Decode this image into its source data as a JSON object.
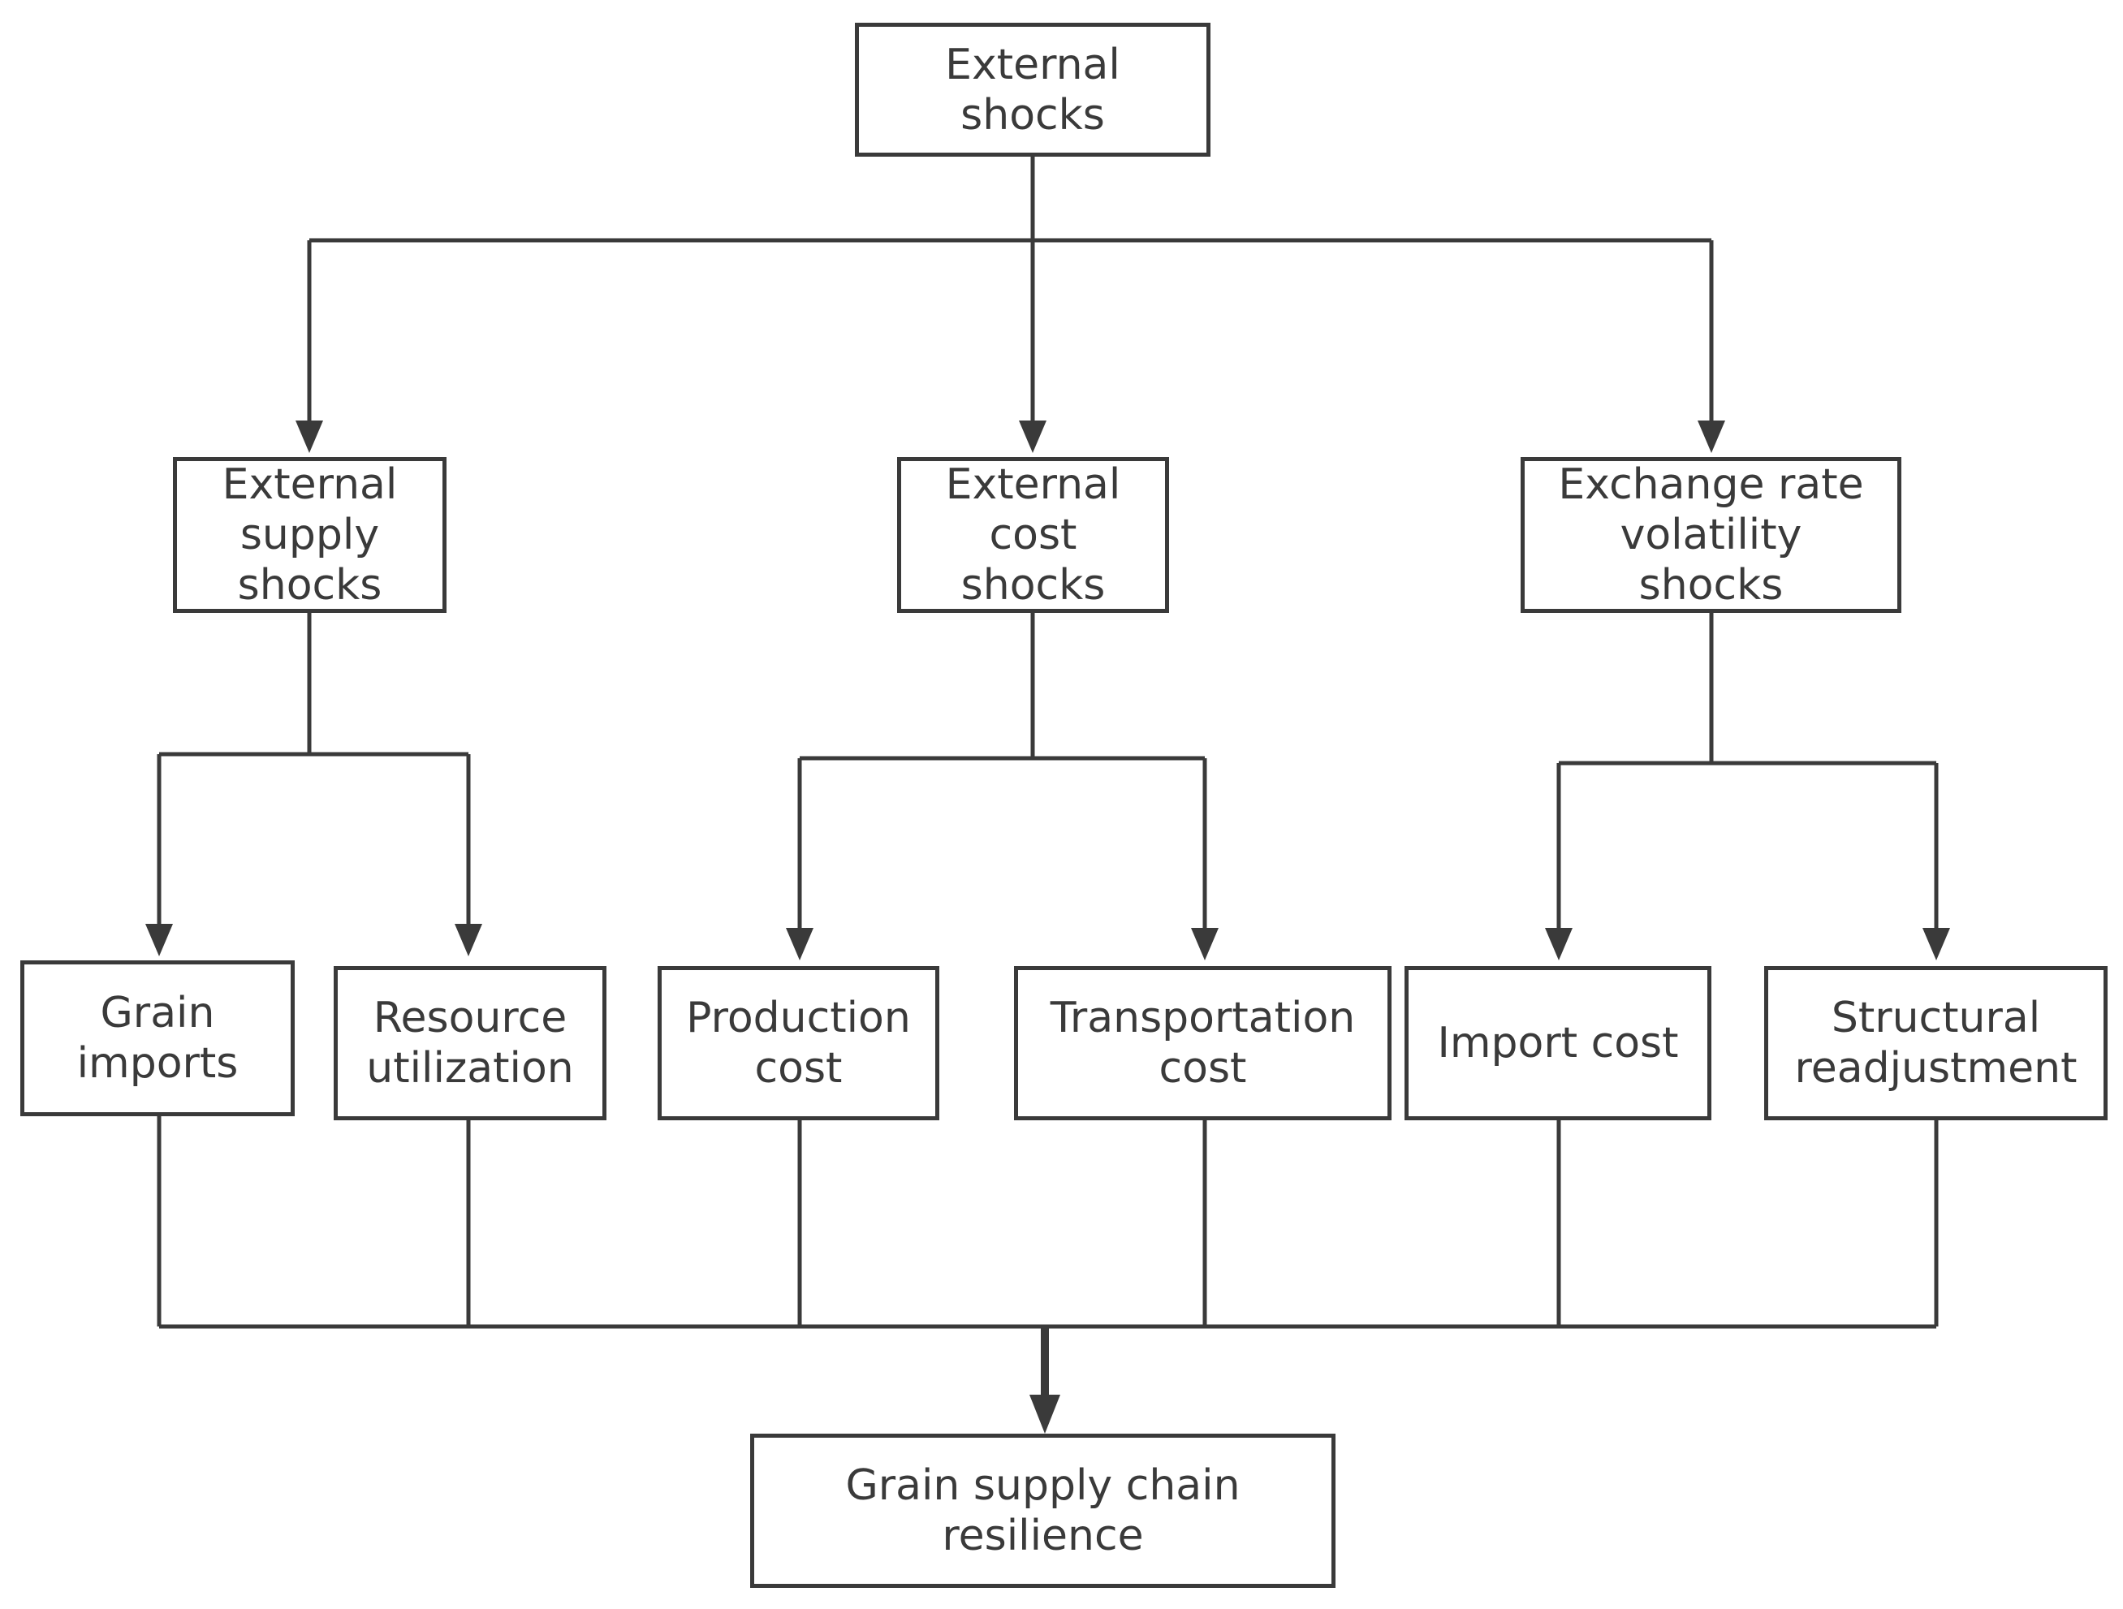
{
  "diagram": {
    "root": "External\nshocks",
    "categories": [
      {
        "label": "External\nsupply\nshocks",
        "factors": [
          "Grain\nimports",
          "Resource\nutilization"
        ]
      },
      {
        "label": "External\ncost\nshocks",
        "factors": [
          "Production\ncost",
          "Transportation\ncost"
        ]
      },
      {
        "label": "Exchange rate\nvolatility\nshocks",
        "factors": [
          "Import cost",
          "Structural\nreadjustment"
        ]
      }
    ],
    "outcome": "Grain supply chain\nresilience"
  },
  "colors": {
    "stroke": "#3a3a3a",
    "text": "#3a3a3a",
    "background": "#ffffff"
  }
}
